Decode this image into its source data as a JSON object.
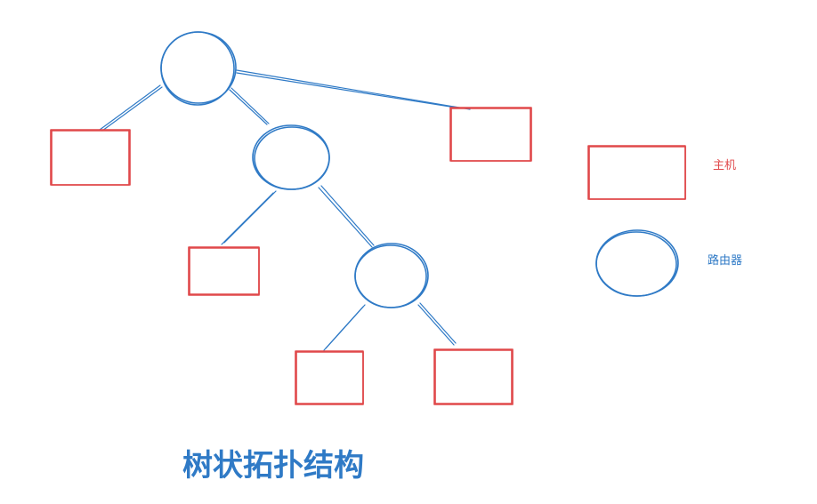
{
  "diagram": {
    "title": "树状拓扑结构",
    "legend": {
      "host_label": "主机",
      "router_label": "路由器"
    },
    "colors": {
      "host": "#e0484a",
      "router": "#2f7ac6",
      "title": "#2f7ac6",
      "host_label": "#e0484a",
      "router_label": "#2f7ac6"
    },
    "icons": {
      "host": "rectangle",
      "router": "ellipse"
    }
  }
}
